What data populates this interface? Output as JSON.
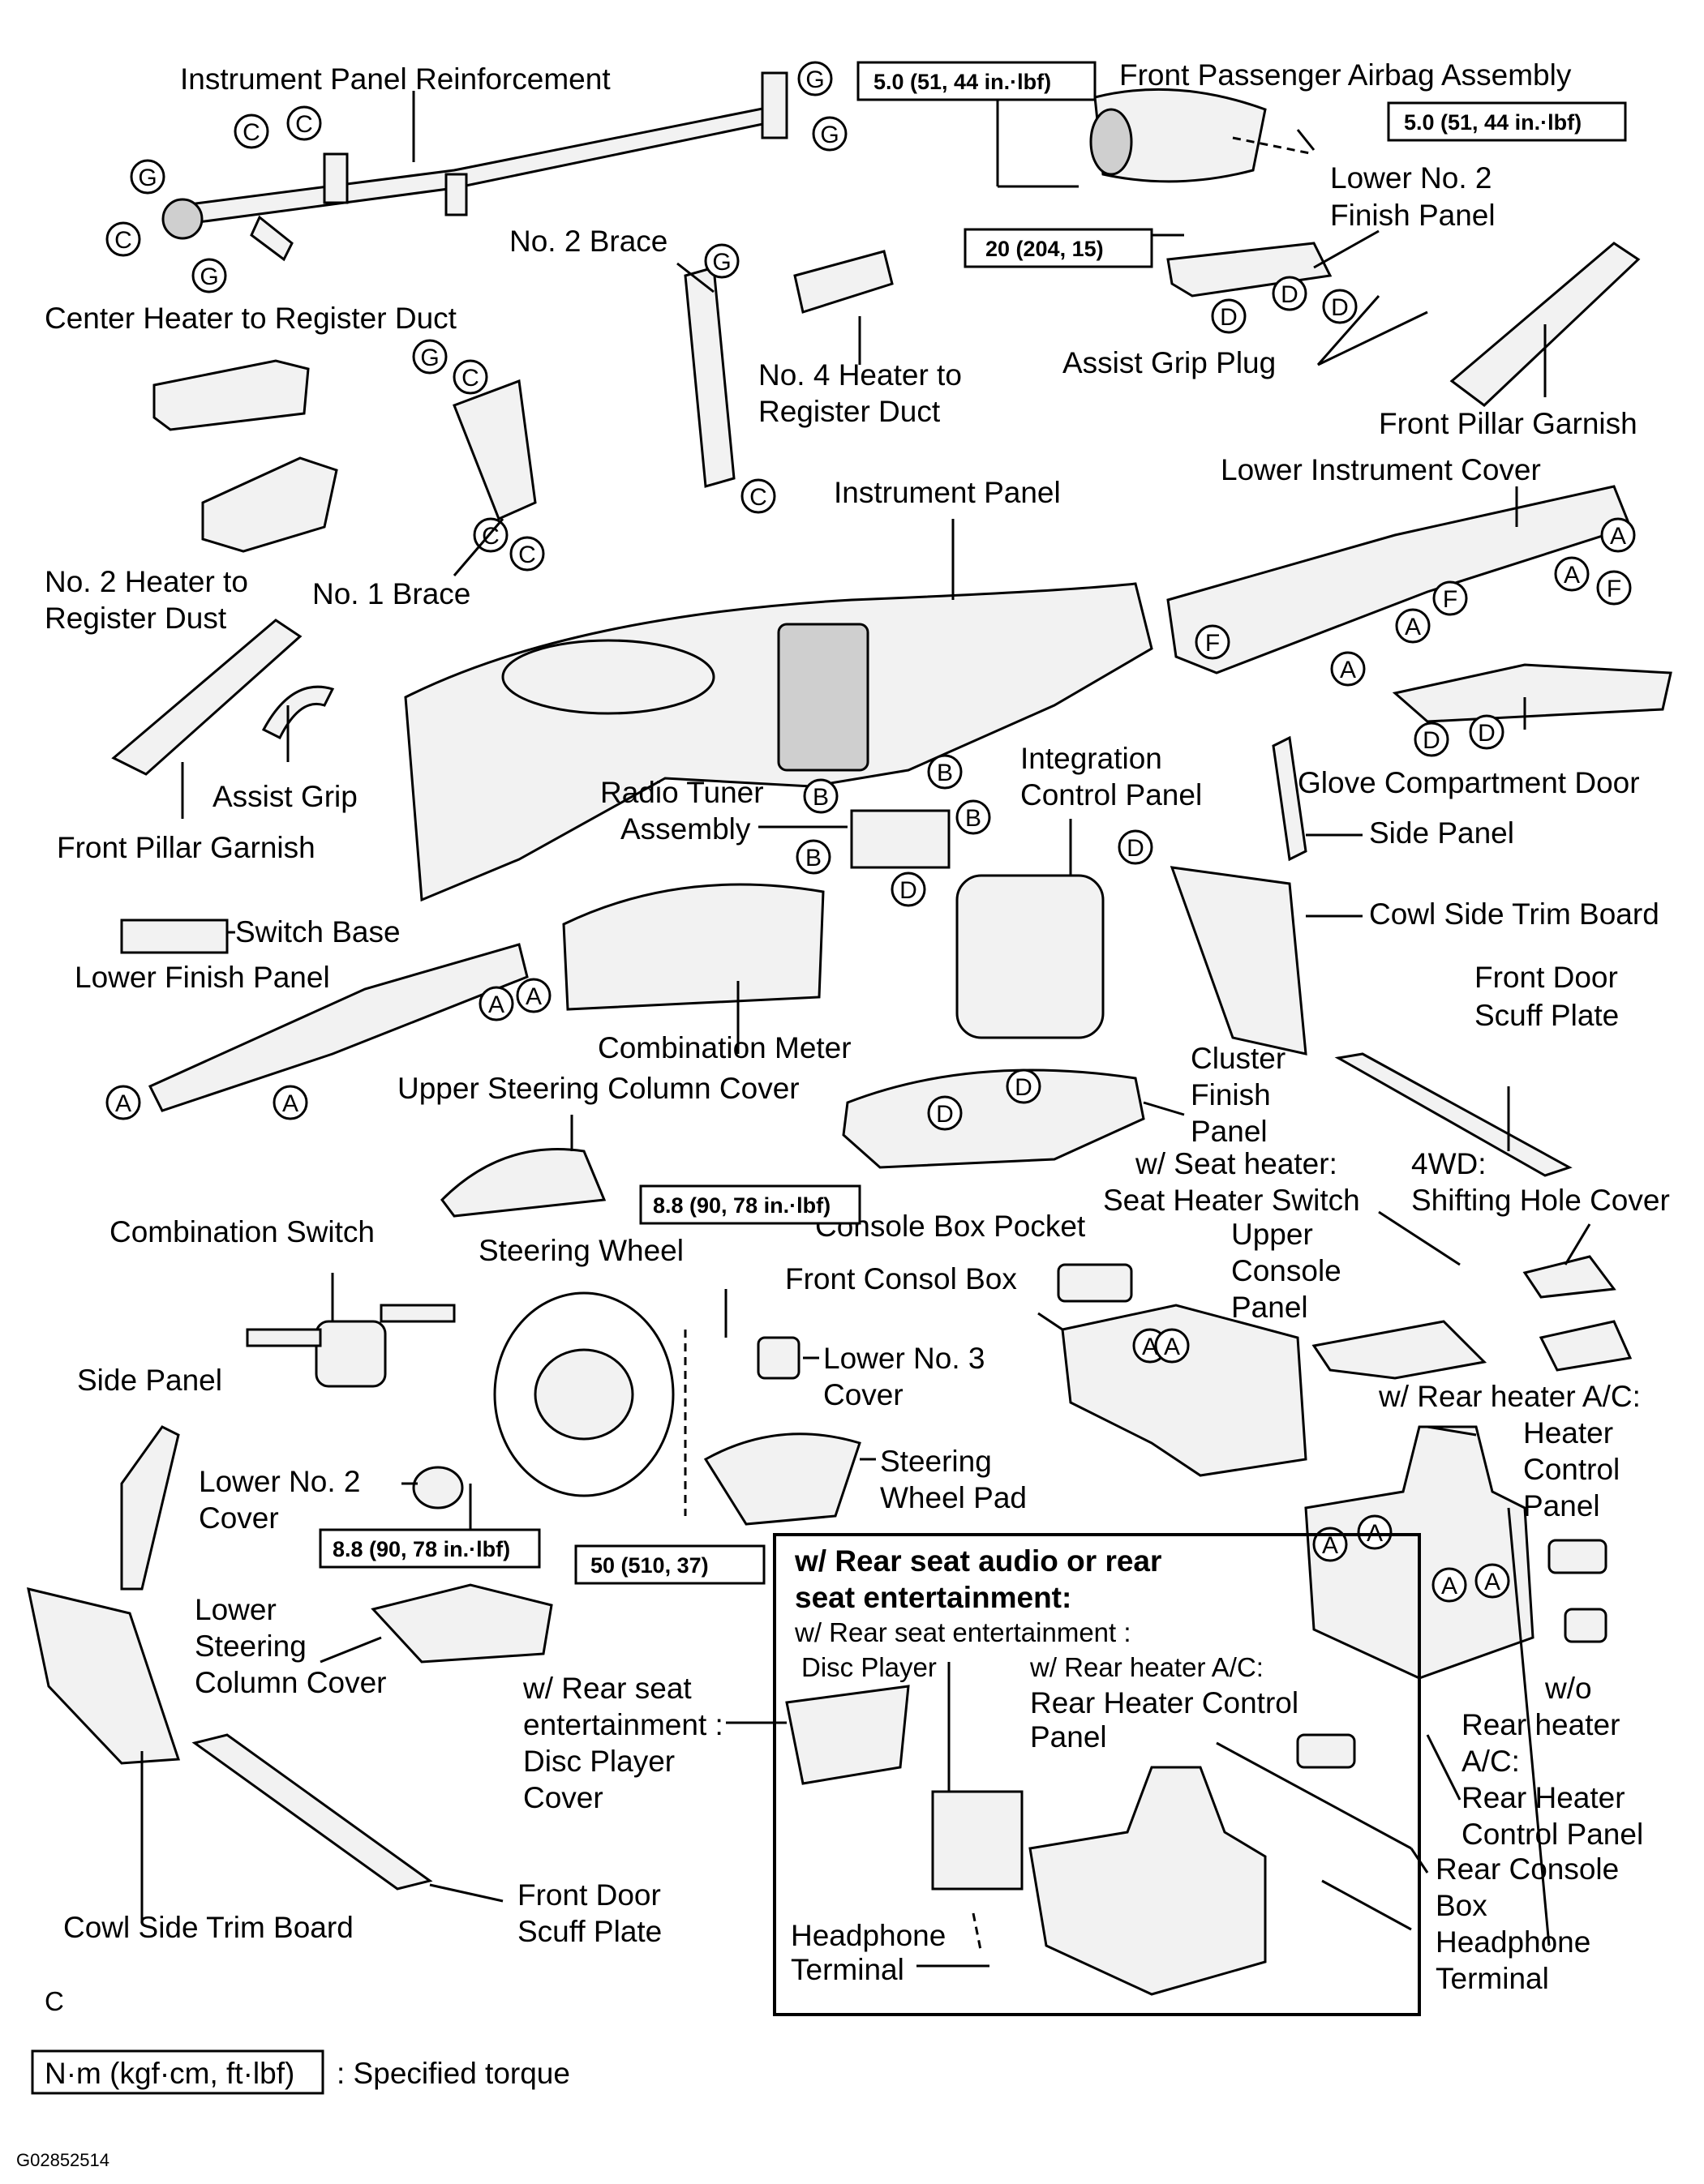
{
  "labels": {
    "instrument_panel_reinforcement": "Instrument Panel Reinforcement",
    "front_passenger_airbag_assembly": "Front Passenger Airbag Assembly",
    "lower_no2_finish_panel_1": "Lower No. 2",
    "lower_no2_finish_panel_2": "Finish Panel",
    "no2_brace": "No. 2 Brace",
    "center_heater_duct": "Center Heater to Register Duct",
    "no4_heater_duct_1": "No. 4 Heater to",
    "no4_heater_duct_2": "Register Duct",
    "assist_grip_plug": "Assist Grip Plug",
    "front_pillar_garnish_top": "Front Pillar Garnish",
    "instrument_panel": "Instrument Panel",
    "lower_instrument_cover": "Lower Instrument Cover",
    "no2_heater_dust_1": "No. 2 Heater to",
    "no2_heater_dust_2": "Register Dust",
    "no1_brace": "No. 1 Brace",
    "assist_grip": "Assist Grip",
    "front_pillar_garnish_left": "Front Pillar Garnish",
    "radio_tuner_1": "Radio Tuner",
    "radio_tuner_2": "Assembly",
    "integration_control_1": "Integration",
    "integration_control_2": "Control Panel",
    "glove_compartment_door": "Glove Compartment Door",
    "side_panel_right": "Side Panel",
    "cowl_side_trim_right": "Cowl Side Trim Board",
    "switch_base": "Switch Base",
    "lower_finish_panel": "Lower Finish Panel",
    "front_door_scuff_right_1": "Front Door",
    "front_door_scuff_right_2": "Scuff Plate",
    "combination_meter": "Combination Meter",
    "upper_steering_column_cover": "Upper Steering Column Cover",
    "cluster_finish_1": "Cluster",
    "cluster_finish_2": "Finish",
    "cluster_finish_3": "Panel",
    "seat_heater_1": "w/ Seat heater:",
    "seat_heater_2": "Seat Heater Switch",
    "shifting_hole_1": "4WD:",
    "shifting_hole_2": "Shifting Hole Cover",
    "combination_switch": "Combination Switch",
    "steering_wheel": "Steering Wheel",
    "console_box_pocket": "Console Box Pocket",
    "front_consol_box": "Front Consol Box",
    "upper_console_1": "Upper",
    "upper_console_2": "Console",
    "upper_console_3": "Panel",
    "side_panel_left": "Side Panel",
    "lower_no3_cover_1": "Lower No. 3",
    "lower_no3_cover_2": "Cover",
    "rear_heater_ac_1": "w/ Rear heater A/C:",
    "rear_heater_ac_2": "Heater",
    "rear_heater_ac_3": "Control",
    "rear_heater_ac_4": "Panel",
    "lower_no2_cover_1": "Lower  No. 2",
    "lower_no2_cover_2": "Cover",
    "steering_wheel_pad_1": "Steering",
    "steering_wheel_pad_2": "Wheel Pad",
    "lower_steering_col_1": "Lower",
    "lower_steering_col_2": "Steering",
    "lower_steering_col_3": "Column Cover",
    "disc_player_cover_1": "w/ Rear seat",
    "disc_player_cover_2": "entertainment :",
    "disc_player_cover_3": "Disc Player",
    "disc_player_cover_4": "Cover",
    "wo_rear_heater_1": "w/o",
    "wo_rear_heater_2": "Rear heater",
    "wo_rear_heater_3": "A/C:",
    "wo_rear_heater_4": "Rear Heater",
    "wo_rear_heater_5": "Control Panel",
    "rear_console_box_1": "Rear Console",
    "rear_console_box_2": "Box",
    "cowl_side_trim_left": "Cowl Side Trim Board",
    "front_door_scuff_left_1": "Front  Door",
    "front_door_scuff_left_2": "Scuff Plate",
    "headphone_right_1": "Headphone",
    "headphone_right_2": "Terminal",
    "view_code": "C",
    "figure_code": "G02852514"
  },
  "inset": {
    "title_1": "w/ Rear seat audio or rear",
    "title_2": "seat entertainment:",
    "sub_1": "w/ Rear seat entertainment :",
    "sub_2": "Disc Player",
    "sub_3": "w/ Rear heater A/C:",
    "sub_4": "Rear  Heater  Control",
    "sub_5": "Panel",
    "headphone_1": "Headphone",
    "headphone_2": "Terminal"
  },
  "torque": {
    "t1": "5.0 (51, 44 in.·lbf)",
    "t2": "5.0 (51, 44 in.·lbf)",
    "t3": "20 (204, 15)",
    "t4": "8.8 (90, 78 in.·lbf)",
    "t5": "8.8 (90, 78 in.·lbf)",
    "t6": "50 (510, 37)"
  },
  "legend": {
    "units": "N·m (kgf·cm, ft·lbf)",
    "meaning": ": Specified torque"
  },
  "markers": {
    "A": "A",
    "B": "B",
    "C": "C",
    "D": "D",
    "F": "F",
    "G": "G"
  }
}
